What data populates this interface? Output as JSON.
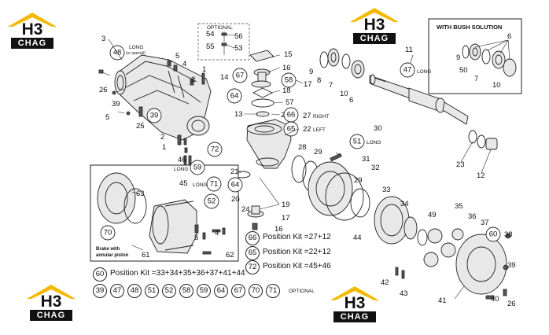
{
  "brand": {
    "logo_main": "H3",
    "logo_sub": "CHAG",
    "roof_color": "#f5b800"
  },
  "callouts": {
    "n1": "1",
    "n2": "2",
    "n3": "3",
    "n4": "4",
    "n5": "5",
    "n6": "6",
    "n7": "7",
    "n8": "8",
    "n9": "9",
    "n10": "10",
    "n11": "11",
    "n12": "12",
    "n13": "13",
    "n14": "14",
    "n15": "15",
    "n16": "16",
    "n17": "17",
    "n18": "18",
    "n19": "19",
    "n20": "20",
    "n21": "21",
    "n22": "22",
    "n23": "23",
    "n24": "24",
    "n25": "25",
    "n26": "26",
    "n27": "27",
    "n28": "28",
    "n29": "29",
    "n30": "30",
    "n31": "31",
    "n32": "32",
    "n33": "33",
    "n34": "34",
    "n35": "35",
    "n36": "36",
    "n37": "37",
    "n38": "38",
    "n39": "39",
    "n40": "40",
    "n41": "41",
    "n42": "42",
    "n43": "43",
    "n44": "44",
    "n45": "45",
    "n46": "46",
    "n47": "47",
    "n48": "48",
    "n49": "49",
    "n50": "50",
    "n51": "51",
    "n52": "52",
    "n53": "53",
    "n54": "54",
    "n55": "55",
    "n56": "56",
    "n57": "57",
    "n58": "58",
    "n59": "59",
    "n60": "60",
    "n61": "61",
    "n62": "62",
    "n63": "63",
    "n64": "64",
    "n65": "65",
    "n66": "66",
    "n67": "67",
    "n70": "70",
    "n71": "71",
    "n72": "72"
  },
  "labels": {
    "optional": "OPTIONAL",
    "with_bush": "WITH BUSH SOLUTION",
    "long": "LONG",
    "long_or_special": "(or special)",
    "right": "RIGHT",
    "left": "LEFT",
    "brake_line1": "Brake with",
    "brake_line2": "annular piston",
    "optional_bottom": "OPTIONAL"
  },
  "position_kits": [
    {
      "num": "66",
      "text": "Position Kit =27+12"
    },
    {
      "num": "65",
      "text": "Position Kit =22+12"
    },
    {
      "num": "72",
      "text": "Position Kit =45+46"
    },
    {
      "num": "60",
      "text": "Position Kit =33+34+35+36+37+41+44"
    }
  ],
  "optional_list": [
    "39",
    "47",
    "48",
    "51",
    "52",
    "58",
    "59",
    "64",
    "67",
    "70",
    "71"
  ]
}
